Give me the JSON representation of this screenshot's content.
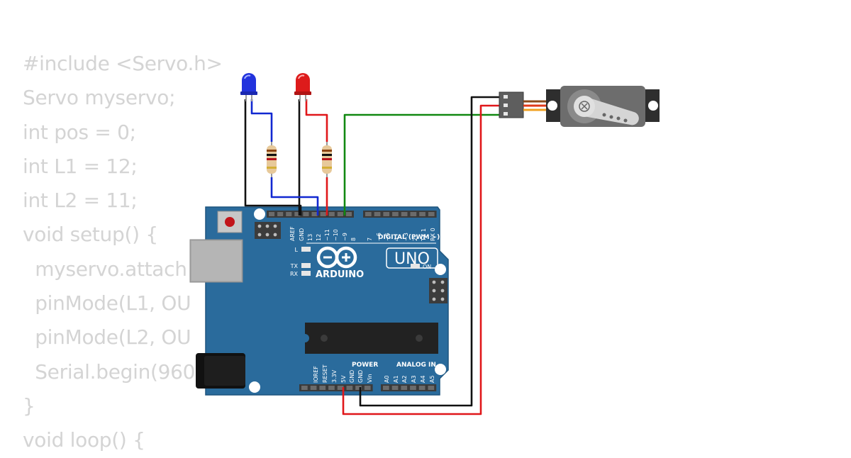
{
  "code_lines": [
    "#include <Servo.h>",
    "Servo myservo;",
    "int pos = 0;",
    "int L1 = 12;",
    "int L2 = 11;",
    "void setup() {",
    "  myservo.attach",
    "  pinMode(L1, OU",
    "  pinMode(L2, OU",
    "  Serial.begin(960",
    "}",
    "void loop() {"
  ],
  "board": {
    "name": "UNO",
    "brand": "ARDUINO",
    "digital_header_label": "DIGITAL (PWM ~)",
    "power_header_label": "POWER",
    "analog_header_label": "ANALOG IN",
    "led_l": "L",
    "led_tx": "TX",
    "led_rx": "RX",
    "led_on": "ON",
    "digital_pins": [
      "AREF",
      "GND",
      "13",
      "12",
      "~11",
      "~10",
      "~9",
      "8",
      "7",
      "~6",
      "~5",
      "4",
      "~3",
      "2",
      "TX 1",
      "RX 0"
    ],
    "power_pins": [
      "IOREF",
      "RESET",
      "3.3V",
      "5V",
      "GND",
      "GND",
      "Vin"
    ],
    "analog_pins": [
      "A0",
      "A1",
      "A2",
      "A3",
      "A4",
      "A5"
    ]
  },
  "colors": {
    "board": "#2a6b9c",
    "code_text": "#d4d4d4",
    "wire_blue": "#1128d1",
    "wire_red": "#e0171a",
    "wire_black": "#111111",
    "wire_green": "#118811",
    "led_blue": "#2233dd",
    "led_red": "#dd1b1b",
    "servo_body": "#6d6d6d"
  },
  "components": {
    "led_left_color": "blue",
    "led_right_color": "red",
    "servo_icon": "servo-motor-icon",
    "resistor_icon": "resistor-icon",
    "led_icon": "led-icon"
  }
}
